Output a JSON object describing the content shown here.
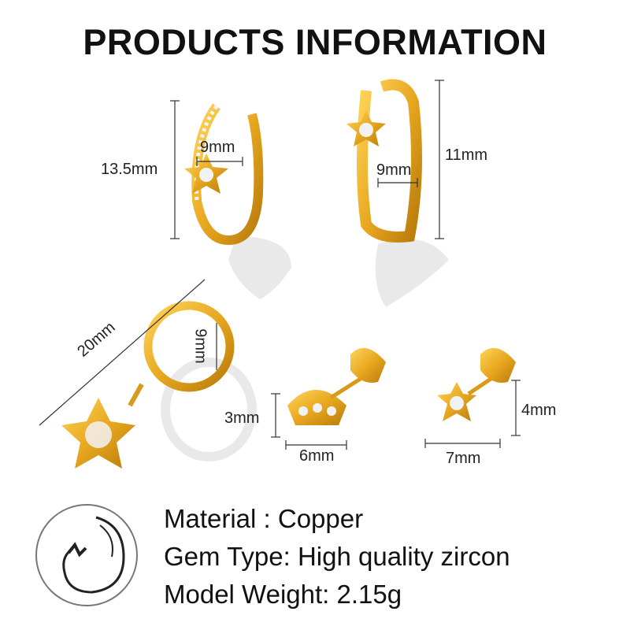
{
  "title": "PRODUCTS INFORMATION",
  "dimensions": {
    "cuff_height": "13.5mm",
    "cuff_width": "9mm",
    "huggie_height": "11mm",
    "huggie_width": "9mm",
    "dangle_length": "20mm",
    "dangle_hoop": "9mm",
    "stud1_height": "3mm",
    "stud1_width": "6mm",
    "stud2_height": "4mm",
    "stud2_width": "7mm"
  },
  "info": {
    "material": "Material : Copper",
    "gem_type": "Gem Type: High quality zircon",
    "weight": "Model Weight: 2.15g"
  },
  "colors": {
    "gold": "#e8a820",
    "gold_dark": "#b87a0a",
    "zircon": "#f2f2f2"
  }
}
